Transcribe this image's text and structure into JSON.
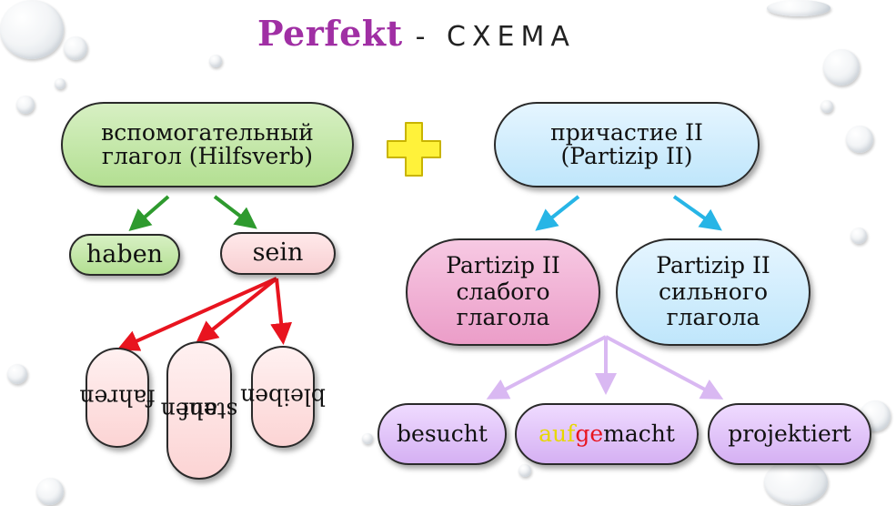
{
  "title": {
    "main": "Perfekt",
    "rest": "- СХЕМА"
  },
  "left": {
    "aux": "вспомогательный\nглагол (Hilfsverb)",
    "haben": "haben",
    "sein": "sein",
    "verbs": [
      {
        "plain": "fahren",
        "red": "",
        "rest": ""
      },
      {
        "plain": "",
        "red": "auf",
        "rest": "stehen"
      },
      {
        "plain": "",
        "red": "bleiben",
        "rest": ""
      }
    ]
  },
  "right": {
    "participle": "причастие II\n(Partizip II)",
    "weak": "Partizip II\nслабого\nглагола",
    "strong": "Partizip II\nсильного\nглагола",
    "examples": {
      "besucht": "besucht",
      "aufgemacht": {
        "auf": "auf",
        "ge": "ge",
        "rest": "macht"
      },
      "projektiert": "projektiert"
    }
  },
  "colors": {
    "title": "#a02fa4",
    "green_arrow": "#2e9a2e",
    "red_arrow": "#e8141f",
    "blue_arrow": "#27b5e6",
    "lavender_arrow": "#d9b8f2",
    "plus_fill": "#fff23a"
  }
}
